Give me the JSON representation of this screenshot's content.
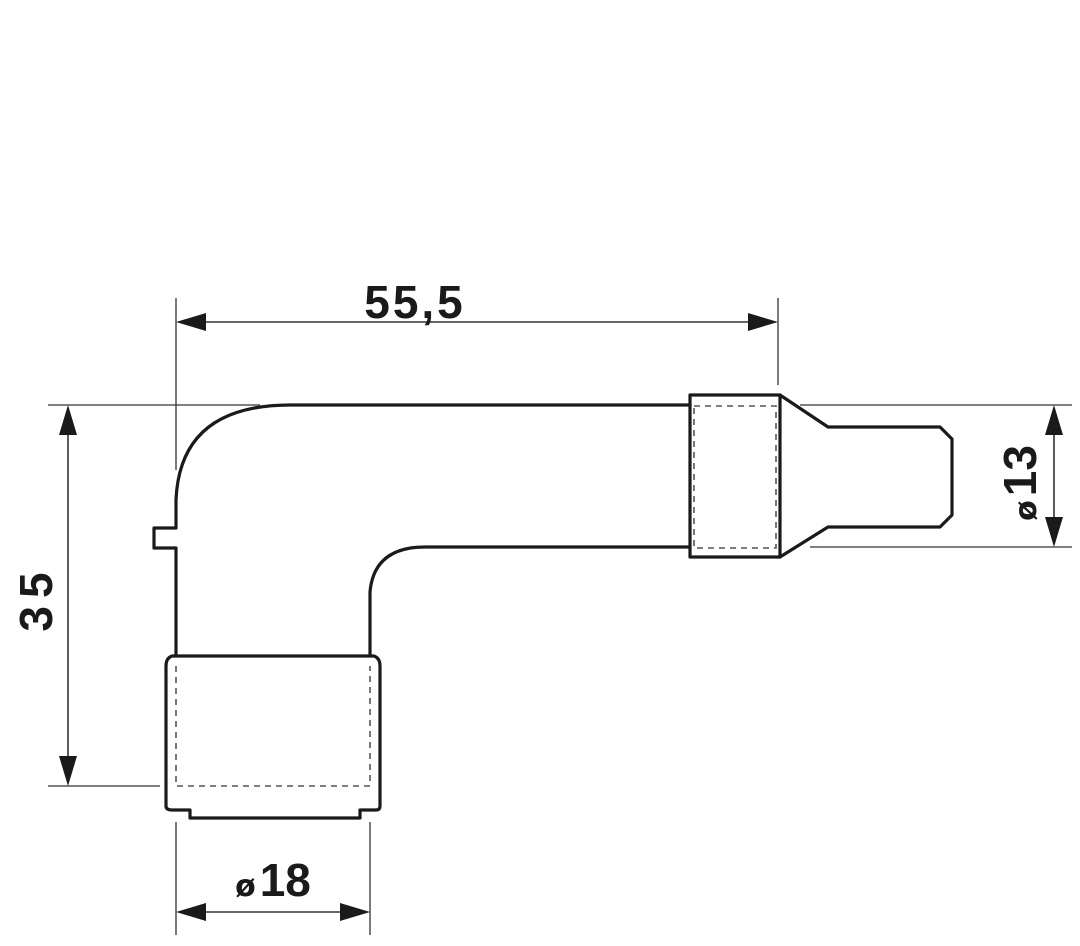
{
  "dimensions": {
    "length": {
      "value": "55,5"
    },
    "height": {
      "value": "35"
    },
    "boot_diameter": {
      "symbol": "ø",
      "value": "18"
    },
    "terminal_diameter": {
      "symbol": "ø",
      "value": "13"
    }
  }
}
